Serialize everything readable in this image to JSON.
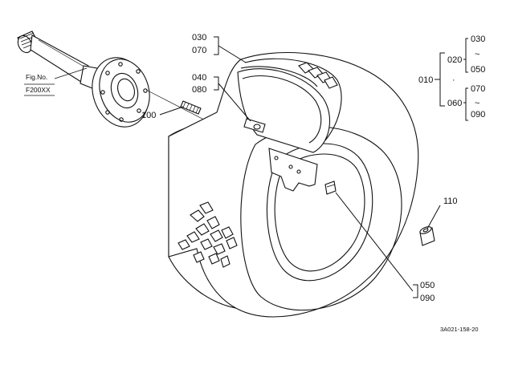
{
  "diagram": {
    "drawing_id": "3A021-158-20",
    "reference": {
      "line1": "Fig.No.",
      "line2": "F200XX"
    },
    "callouts": {
      "c030_top": "030",
      "c070_top": "070",
      "c040": "040",
      "c080": "080",
      "c100": "100",
      "c110": "110",
      "c050_bottom": "050",
      "c090_bottom": "090"
    },
    "assembly": {
      "main": "010",
      "upper_group": "020",
      "upper_from": "030",
      "upper_to": "050",
      "lower_group": "060",
      "lower_from": "070",
      "lower_to": "090",
      "range_symbol": "~",
      "separator": "·"
    }
  }
}
